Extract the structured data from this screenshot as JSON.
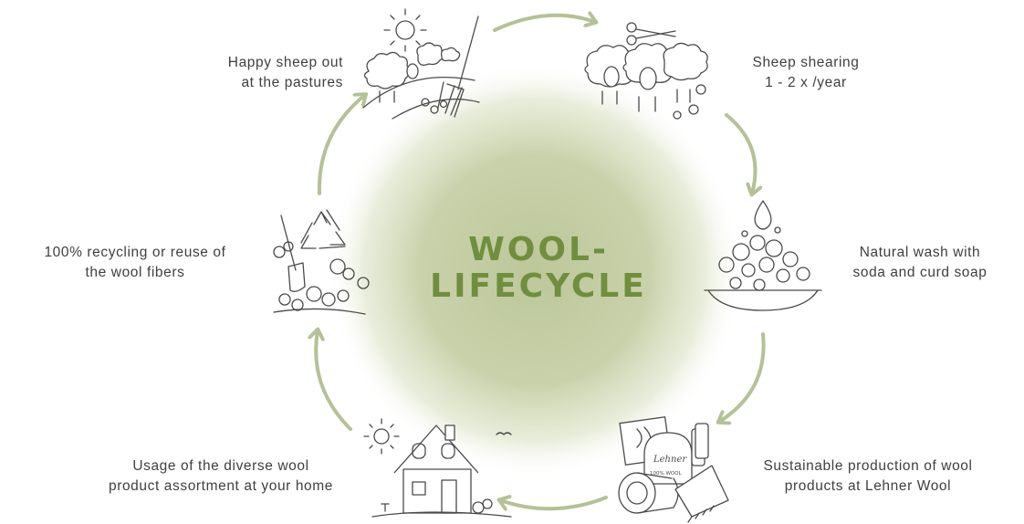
{
  "title": {
    "line1": "WOOL-",
    "line2": "LIFECYCLE"
  },
  "colors": {
    "title": "#6f8f3d",
    "glow": "#bcc79a",
    "arrow": "#b5c196",
    "text": "#3f3f3f",
    "ink": "#4a4a4a"
  },
  "stages": {
    "pasture": {
      "line1": "Happy sheep out",
      "line2": "at the pastures",
      "icon": "sheep-pasture-icon"
    },
    "shearing": {
      "line1": "Sheep shearing",
      "line2": "1 - 2 x /year",
      "icon": "sheep-shearing-icon"
    },
    "wash": {
      "line1": "Natural wash with",
      "line2": "soda and curd soap",
      "icon": "wool-wash-icon"
    },
    "production": {
      "line1": "Sustainable production of wool",
      "line2": "products at Lehner Wool",
      "icon": "wool-products-icon"
    },
    "home": {
      "line1": "Usage of the diverse wool",
      "line2": "product assortment at your home",
      "icon": "house-icon"
    },
    "recycling": {
      "line1": "100% recycling or reuse of",
      "line2": "the wool fibers",
      "icon": "recycling-icon"
    }
  },
  "brand": {
    "script": "Lehner",
    "tag": "100% WOOL"
  }
}
